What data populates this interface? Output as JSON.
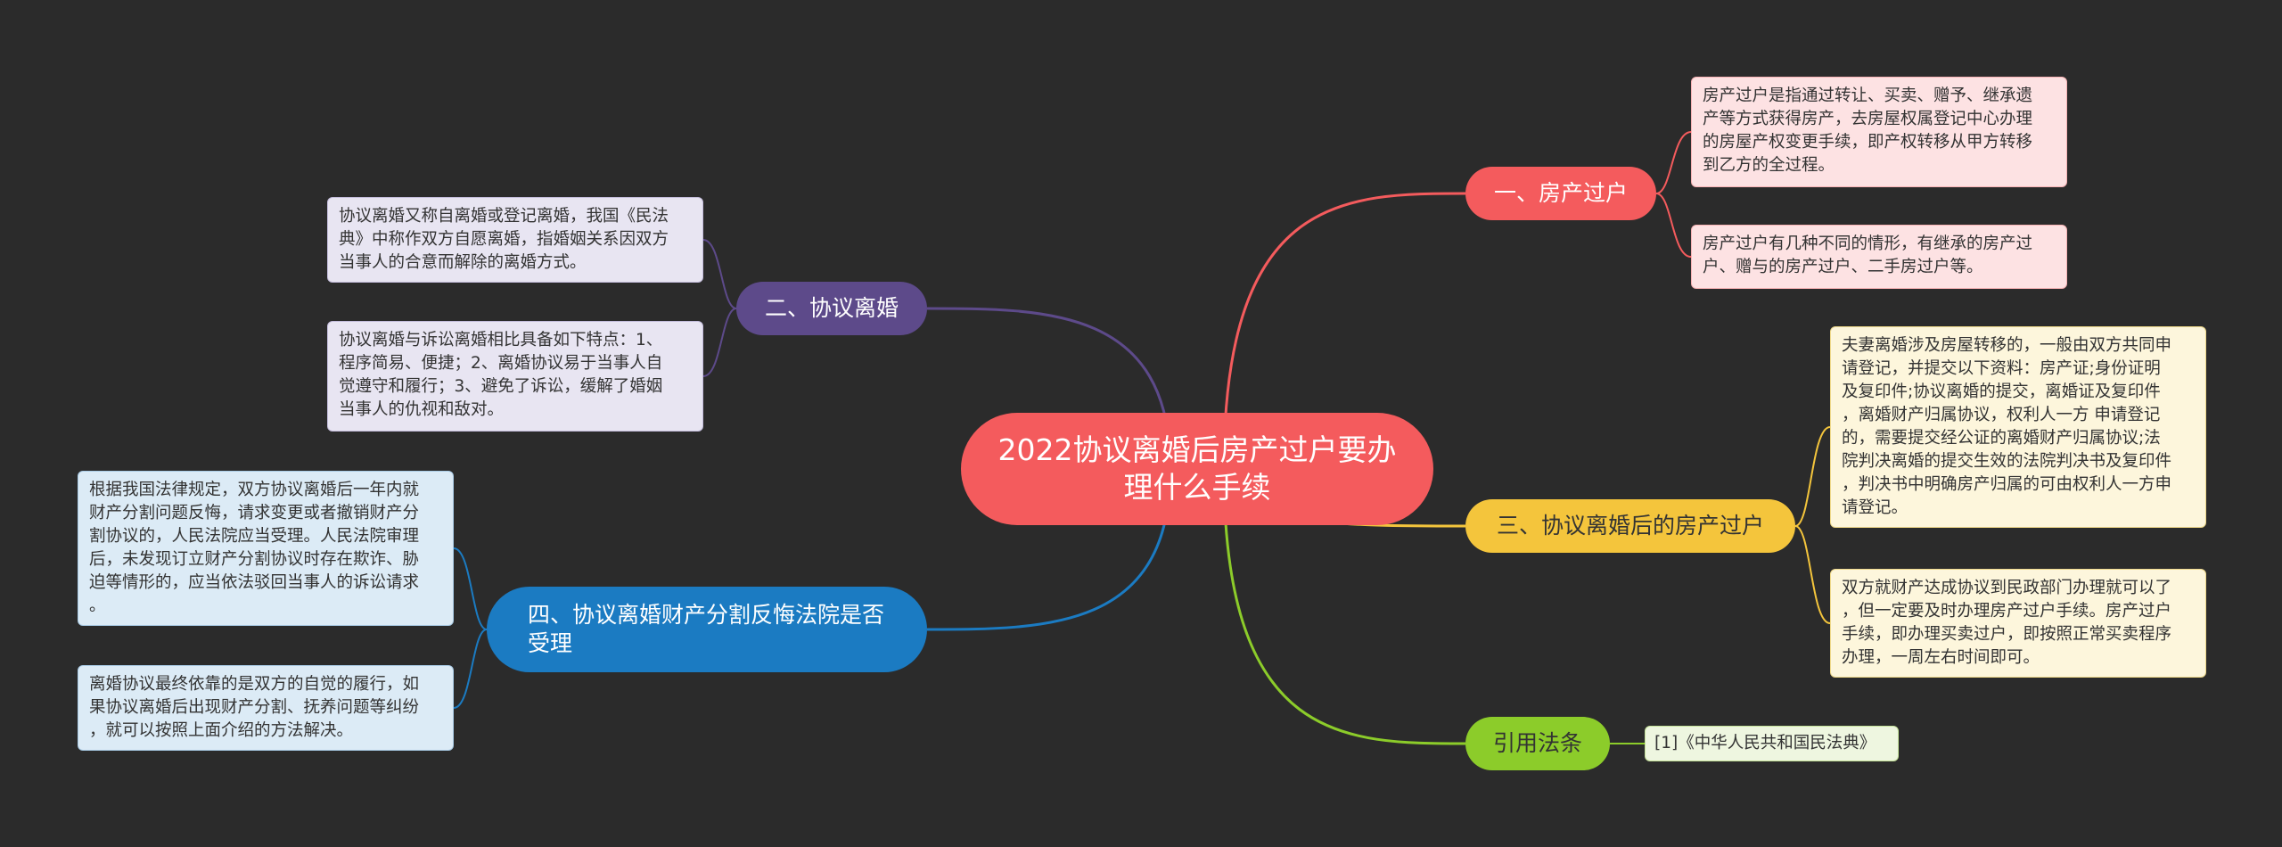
{
  "root": {
    "title": "2022协议离婚后房产过户要办理什么手续",
    "color": "#f45b5d"
  },
  "branches": [
    {
      "key": "b1",
      "label": "一、房产过户",
      "color": "#f45b5d",
      "text_color": "#ffffff",
      "leaf_bg": "#fde2e3",
      "leaf_border": "#f8b3b5",
      "leaves": [
        "房产过户是指通过转让、买卖、赠予、继承遗\n产等方式获得房产，去房屋权属登记中心办理\n的房屋产权变更手续，即产权转移从甲方转移\n到乙方的全过程。",
        "房产过户有几种不同的情形，有继承的房产过\n户、赠与的房产过户、二手房过户等。"
      ]
    },
    {
      "key": "b2",
      "label": "二、协议离婚",
      "color": "#5d4a8a",
      "text_color": "#ffffff",
      "leaf_bg": "#e8e5f2",
      "leaf_border": "#c4bddc",
      "leaves": [
        "协议离婚又称自离婚或登记离婚，我国《民法\n典》中称作双方自愿离婚，指婚姻关系因双方\n当事人的合意而解除的离婚方式。",
        "协议离婚与诉讼离婚相比具备如下特点：1、\n程序简易、便捷；2、离婚协议易于当事人自\n觉遵守和履行；3、避免了诉讼，缓解了婚姻\n当事人的仇视和敌对。"
      ]
    },
    {
      "key": "b3",
      "label": "三、协议离婚后的房产过户",
      "color": "#f4c53c",
      "text_color": "#333333",
      "leaf_bg": "#fdf6dc",
      "leaf_border": "#efd98a",
      "leaves": [
        "夫妻离婚涉及房屋转移的，一般由双方共同申\n请登记，并提交以下资料：房产证;身份证明\n及复印件;协议离婚的提交，离婚证及复印件\n，离婚财产归属协议，权利人一方 申请登记\n的，需要提交经公证的离婚财产归属协议;法\n院判决离婚的提交生效的法院判决书及复印件\n，判决书中明确房产归属的可由权利人一方申\n请登记。",
        "双方就财产达成协议到民政部门办理就可以了\n，但一定要及时办理房产过户手续。房产过户\n手续，即办理买卖过户，即按照正常买卖程序\n办理，一周左右时间即可。"
      ]
    },
    {
      "key": "b4",
      "label": "四、协议离婚财产分割反悔法院是否受理",
      "color": "#1b7bc2",
      "text_color": "#ffffff",
      "leaf_bg": "#dcebf6",
      "leaf_border": "#a9cbe6",
      "leaves": [
        "根据我国法律规定，双方协议离婚后一年内就\n财产分割问题反悔，请求变更或者撤销财产分\n割协议的，人民法院应当受理。人民法院审理\n后，未发现订立财产分割协议时存在欺诈、胁\n迫等情形的，应当依法驳回当事人的诉讼请求\n。",
        "离婚协议最终依靠的是双方的自觉的履行，如\n果协议离婚后出现财产分割、抚养问题等纠纷\n，就可以按照上面介绍的方法解决。"
      ]
    },
    {
      "key": "b5",
      "label": "引用法条",
      "color": "#8ccc2a",
      "text_color": "#333333",
      "leaf_bg": "#eef6e0",
      "leaf_border": "#c5e29a",
      "leaves": [
        "[1]《中华人民共和国民法典》"
      ]
    }
  ]
}
